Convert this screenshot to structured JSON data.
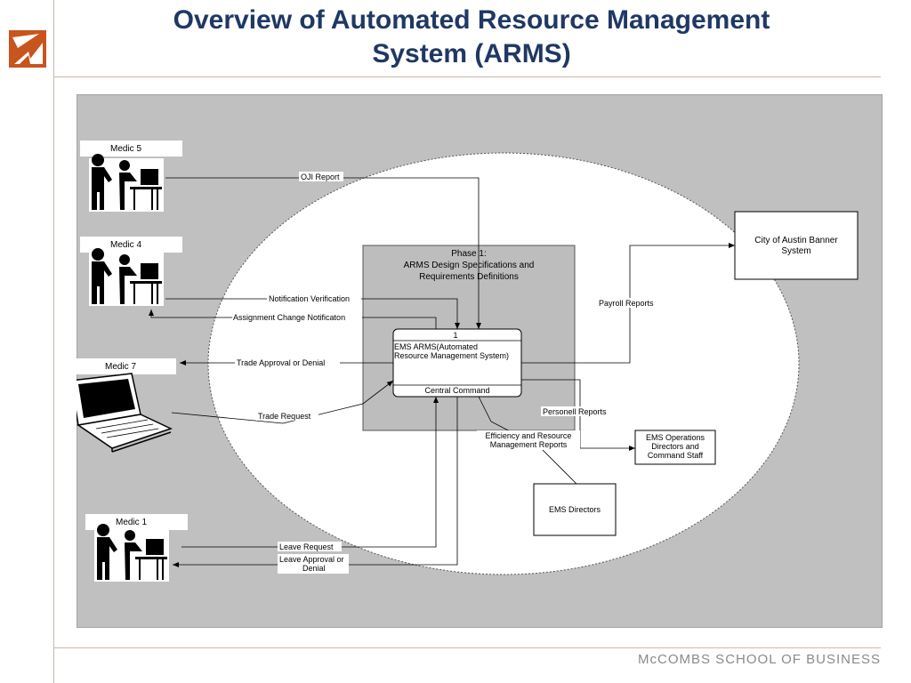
{
  "title_line1": "Overview of Automated Resource Management",
  "title_line2": "System (ARMS)",
  "footer": "McCOMBS SCHOOL OF BUSINESS",
  "colors": {
    "title": "#1f3864",
    "logo": "#c8541e",
    "canvas": "#c0c0c0"
  },
  "actors": {
    "medic5": "Medic 5",
    "medic4": "Medic 4",
    "medic7": "Medic 7",
    "medic1": "Medic 1"
  },
  "phase": {
    "line1": "Phase 1:",
    "line2": "ARMS Design Specifications and",
    "line3": "Requirements Definitions"
  },
  "process": {
    "number": "1",
    "name_line1": "EMS ARMS(Automated",
    "name_line2": "Resource Management System)",
    "location": "Central Command"
  },
  "entities": {
    "banner_line1": "City of Austin Banner",
    "banner_line2": "System",
    "ops_line1": "EMS Operations",
    "ops_line2": "Directors and",
    "ops_line3": "Command Staff",
    "directors": "EMS Directors"
  },
  "flows": {
    "oji": "OJI Report",
    "notification": "Notification Verification",
    "assignment": "Assignment Change Notificaton",
    "trade_approval": "Trade Approval or Denial",
    "trade_request": "Trade Request",
    "payroll": "Payroll Reports",
    "personell": "Personell Reports",
    "efficiency_line1": "Efficiency and Resource",
    "efficiency_line2": "Management Reports",
    "leave_request": "Leave Request",
    "leave_approval_line1": "Leave Approval or",
    "leave_approval_line2": "Denial"
  }
}
